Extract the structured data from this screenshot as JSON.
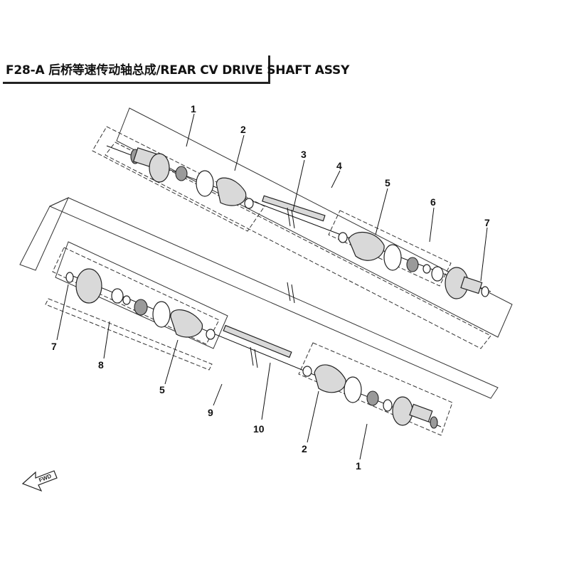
{
  "title": "F28-A 后桥等速传动轴总成/REAR CV DRIVE SHAFT ASSY",
  "callouts": [
    {
      "key": "c1_top",
      "text": "1"
    },
    {
      "key": "c2_top",
      "text": "2"
    },
    {
      "key": "c3",
      "text": "3"
    },
    {
      "key": "c4",
      "text": "4"
    },
    {
      "key": "c5_top",
      "text": "5"
    },
    {
      "key": "c6",
      "text": "6"
    },
    {
      "key": "c7_top",
      "text": "7"
    },
    {
      "key": "c7_bot",
      "text": "7"
    },
    {
      "key": "c8",
      "text": "8"
    },
    {
      "key": "c5_bot",
      "text": "5"
    },
    {
      "key": "c9",
      "text": "9"
    },
    {
      "key": "c10",
      "text": "10"
    },
    {
      "key": "c2_bot",
      "text": "2"
    },
    {
      "key": "c1_bot",
      "text": "1"
    }
  ],
  "fwd_label": "FWD",
  "colors": {
    "line": "#333333",
    "part_fill": "#d9d9d9",
    "text": "#111111"
  }
}
